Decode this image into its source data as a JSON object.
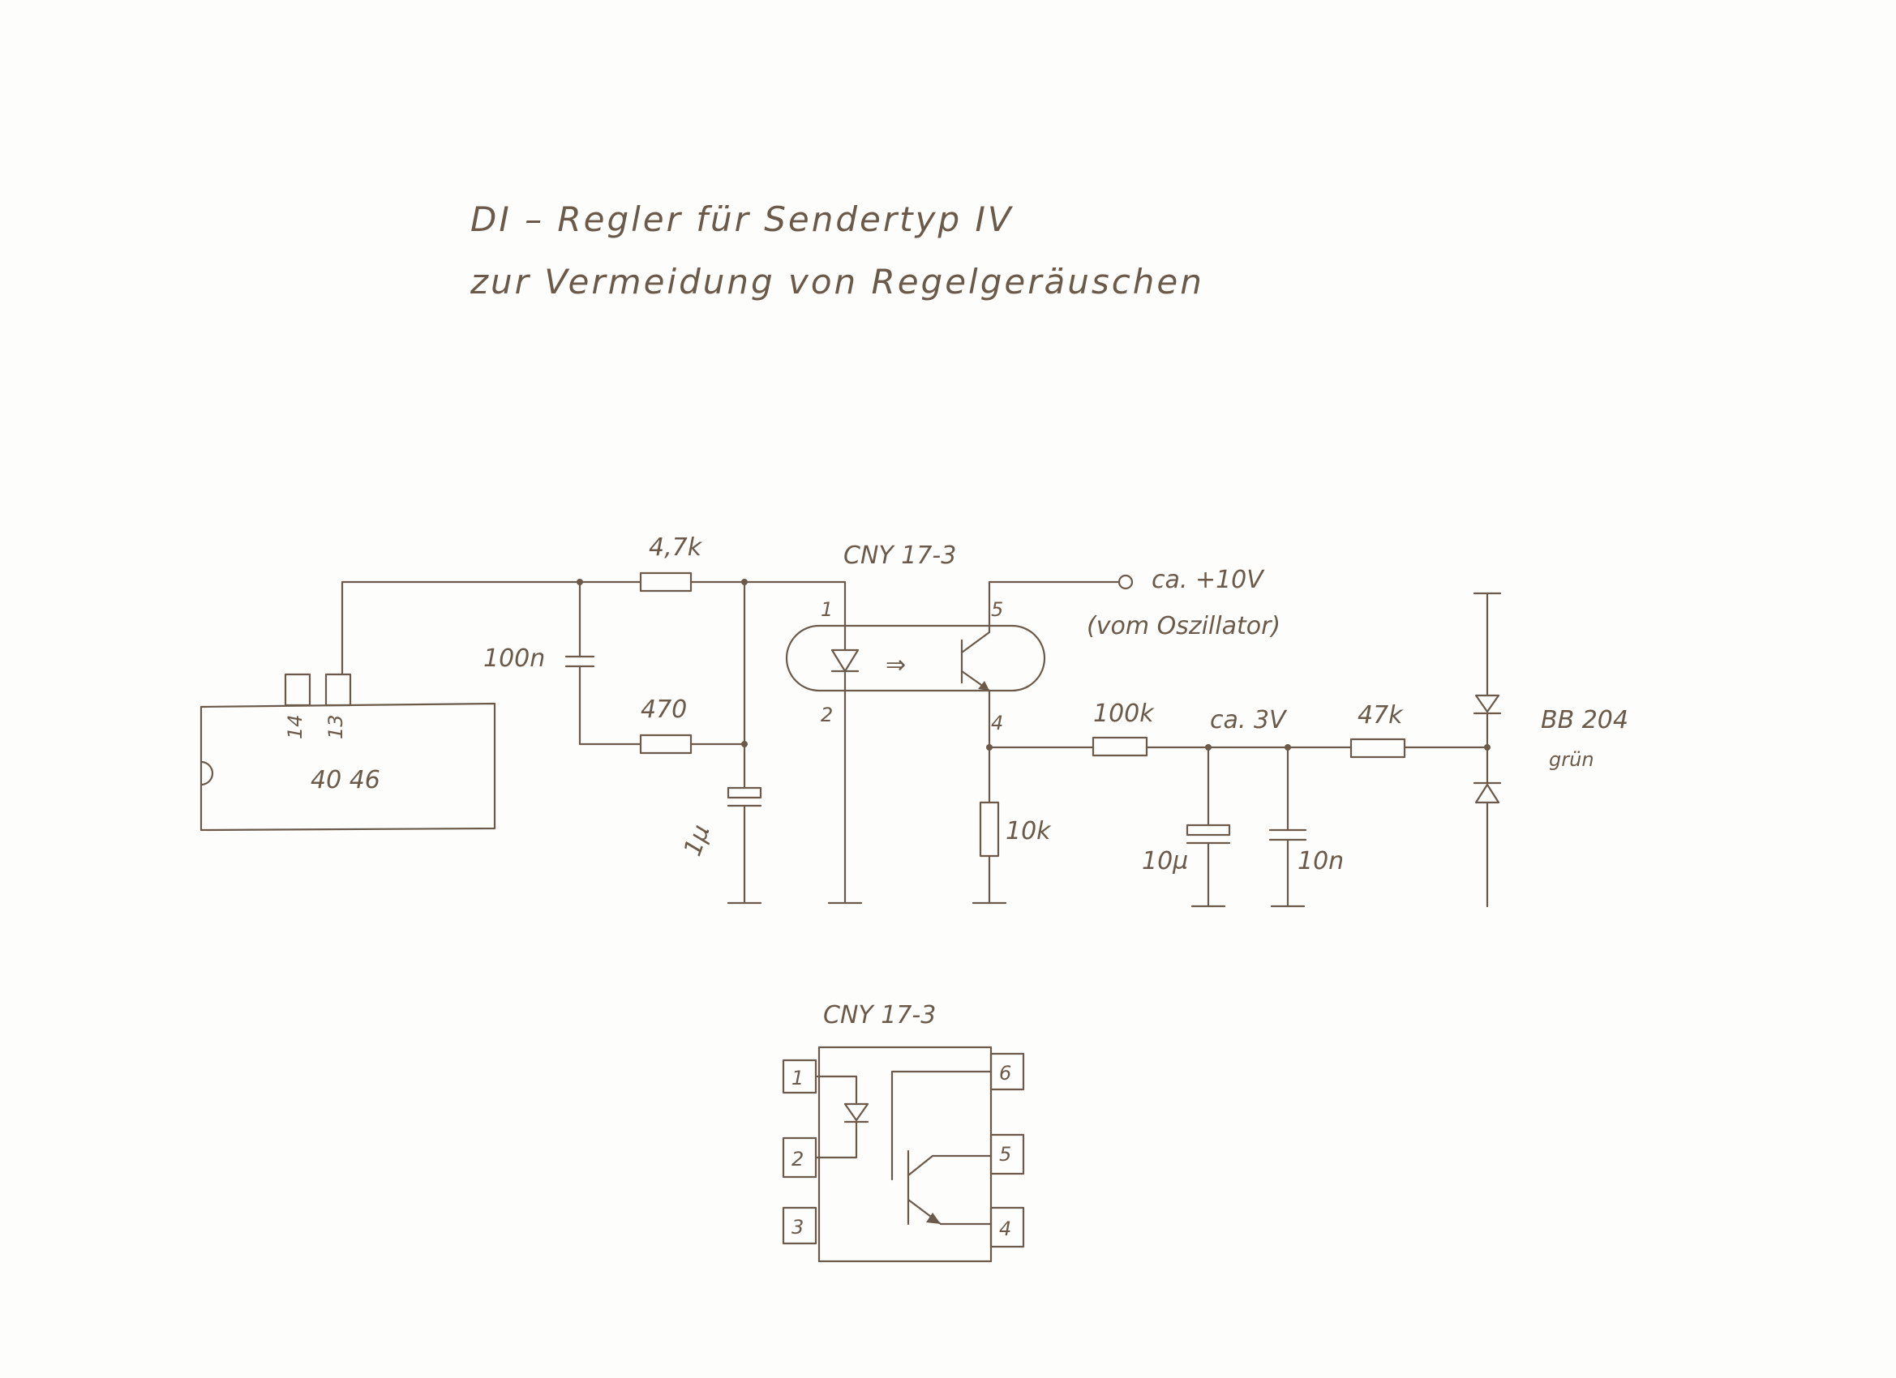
{
  "title": {
    "line1": "DI – Regler für Sendertyp IV",
    "line2": "zur Vermeidung von Regelgeräuschen"
  },
  "schematic": {
    "ic_name": "40 46",
    "ic_pin_a": "14",
    "ic_pin_b": "13",
    "cap_100n": "100n",
    "res_4k7": "4,7k",
    "res_470": "470",
    "cap_1u": "1µ",
    "opto_name": "CNY 17-3",
    "opto_pin1": "1",
    "opto_pin2": "2",
    "opto_pin5": "5",
    "opto_pin4": "4",
    "arrow": "⇒",
    "supply": "ca. +10V",
    "supply_note": "(vom Oszillator)",
    "res_10k": "10k",
    "res_100k": "100k",
    "node_voltage": "ca. 3V",
    "res_47k": "47k",
    "cap_10u": "10µ",
    "cap_10n": "10n",
    "diode_name": "BB 204",
    "diode_note": "grün"
  },
  "pinout": {
    "title": "CNY 17-3",
    "pins": [
      "1",
      "2",
      "3",
      "6",
      "5",
      "4"
    ]
  }
}
